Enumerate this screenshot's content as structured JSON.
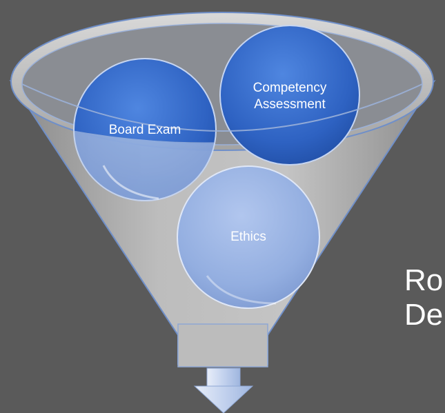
{
  "diagram": {
    "circles": [
      {
        "id": "board-exam",
        "label": "Board Exam"
      },
      {
        "id": "competency",
        "label": "Competency\nAssessment"
      },
      {
        "id": "ethics",
        "label": "Ethics"
      }
    ],
    "side_text": {
      "line1": "Ro",
      "line2": "De"
    }
  },
  "colors": {
    "background": "#5a5a5a",
    "funnel": "#a9a9a9",
    "circle_dark": "#2f63c4",
    "circle_light": "#9db6e3",
    "arrow": "#c9d6ec"
  }
}
